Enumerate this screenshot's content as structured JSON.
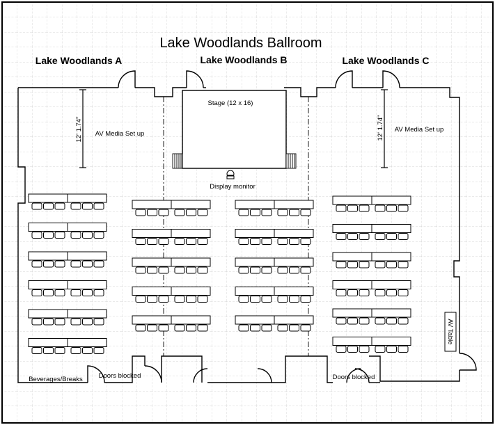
{
  "title": "Lake Woodlands Ballroom",
  "rooms": {
    "a": "Lake Woodlands A",
    "b": "Lake Woodlands B",
    "c": "Lake Woodlands C"
  },
  "stage": {
    "label": "Stage (12 x 16)"
  },
  "display_monitor": "Display monitor",
  "av_media_left": {
    "label": "AV Media Set up",
    "dimension": "12' 1.74\""
  },
  "av_media_right": {
    "label": "AV Media Set up",
    "dimension": "12' 1.74\""
  },
  "av_table": "AV Table",
  "beverages": "Beverages/Breaks",
  "doors_left": "Doors blocked",
  "doors_right": "Doors blocked",
  "seating": {
    "columns": 4,
    "rows_per_column": [
      6,
      5,
      5,
      6
    ],
    "tables_per_row": 2,
    "chairs_per_table": 3
  },
  "colors": {
    "line": "#000000",
    "grid": "#c8c8c8",
    "background": "#ffffff"
  }
}
